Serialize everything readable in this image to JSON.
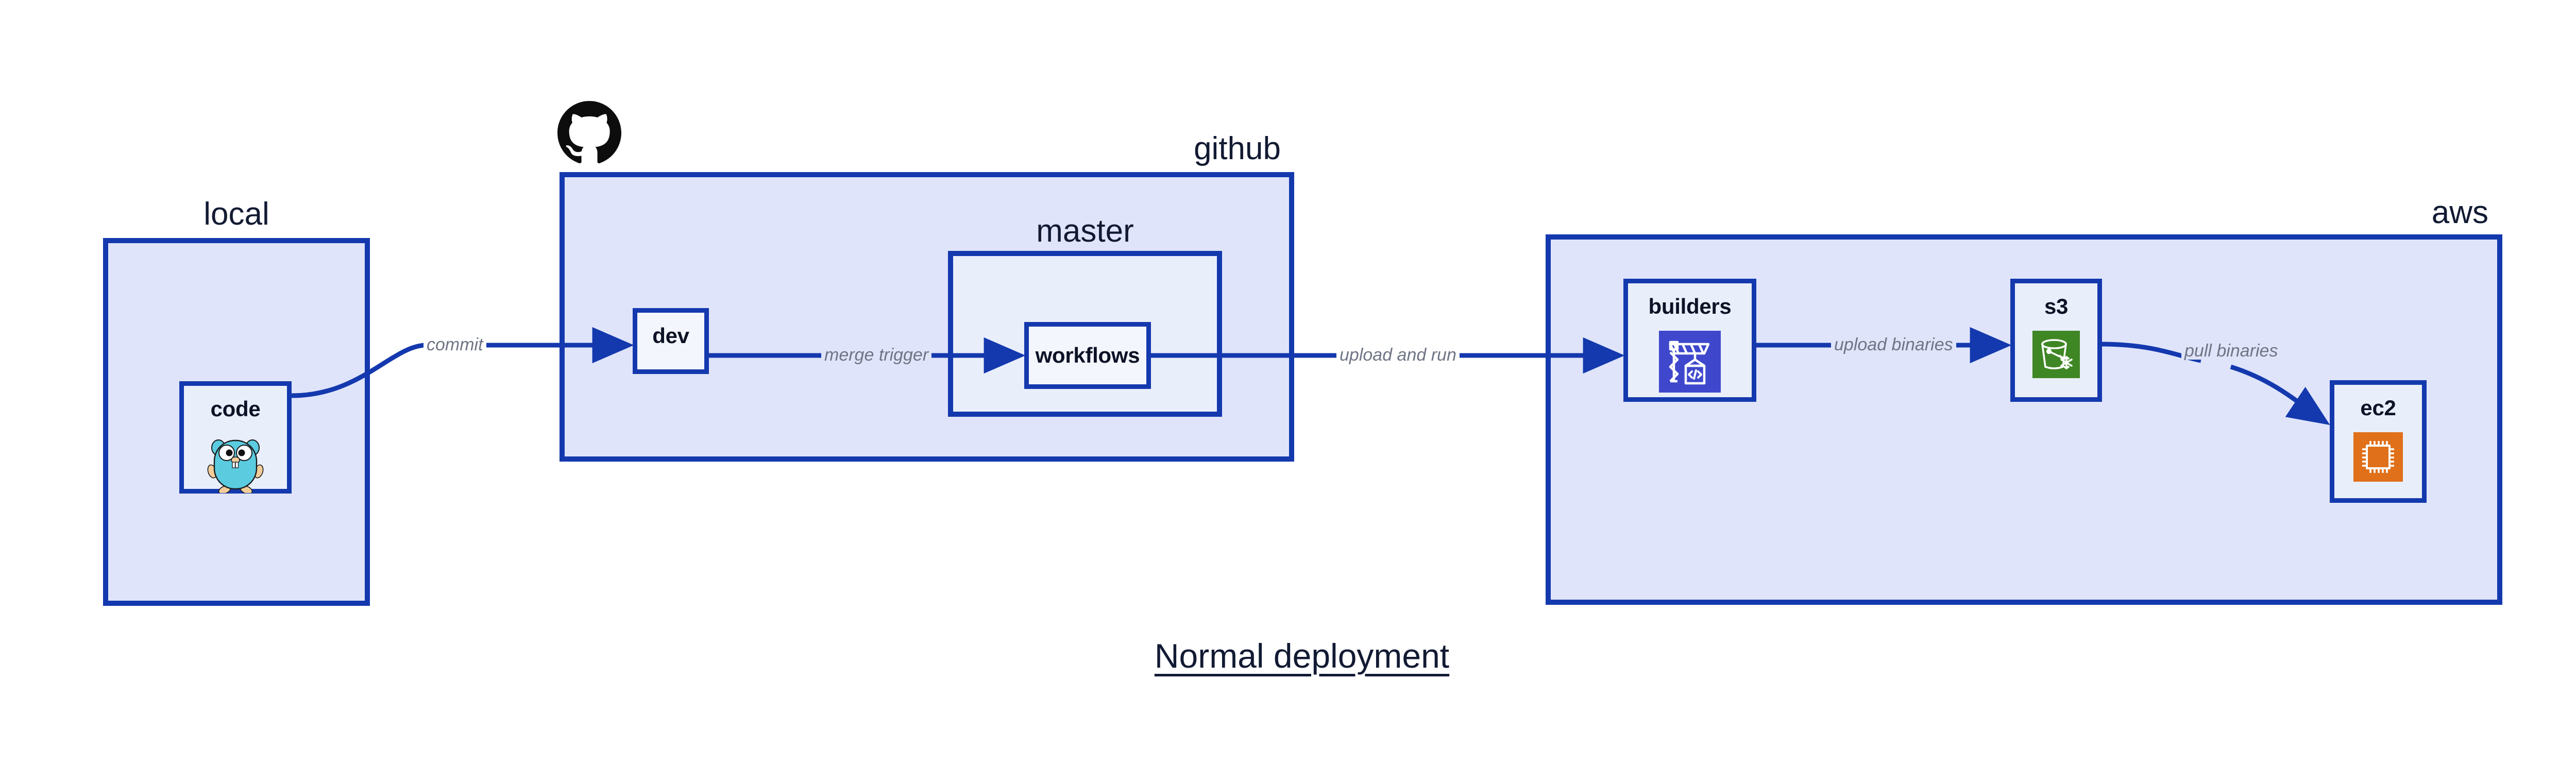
{
  "diagram": {
    "title": "Normal deployment",
    "accent_border": "#1439ae",
    "group_fill": "#dfe4fa",
    "node_fill": "#e9eefb",
    "label_color": "#6f7584",
    "text_color": "#121a33"
  },
  "groups": [
    {
      "id": "local",
      "label": "local",
      "label_align": "center"
    },
    {
      "id": "github",
      "label": "github",
      "label_align": "right"
    },
    {
      "id": "master",
      "label": "master",
      "label_align": "center"
    },
    {
      "id": "aws",
      "label": "aws",
      "label_align": "right"
    }
  ],
  "nodes": [
    {
      "id": "code",
      "label": "code",
      "icon": "go-gopher-icon",
      "icon_color": "#5bcbe0"
    },
    {
      "id": "dev",
      "label": "dev",
      "icon": null,
      "icon_color": null
    },
    {
      "id": "workflows",
      "label": "workflows",
      "icon": null,
      "icon_color": null
    },
    {
      "id": "builders",
      "label": "builders",
      "icon": "aws-codebuild-icon",
      "icon_color": "#3f48cc"
    },
    {
      "id": "s3",
      "label": "s3",
      "icon": "aws-s3-glacier-icon",
      "icon_color": "#3f8624"
    },
    {
      "id": "ec2",
      "label": "ec2",
      "icon": "aws-ec2-icon",
      "icon_color": "#e0701a"
    }
  ],
  "edges": [
    {
      "id": "commit",
      "label": "commit",
      "from": "code",
      "to": "dev"
    },
    {
      "id": "merge-trigger",
      "label": "merge trigger",
      "from": "dev",
      "to": "workflows"
    },
    {
      "id": "upload-and-run",
      "label": "upload and run",
      "from": "workflows",
      "to": "builders"
    },
    {
      "id": "upload-binaries",
      "label": "upload binaries",
      "from": "builders",
      "to": "s3"
    },
    {
      "id": "pull-binaries",
      "label": "pull binaries",
      "from": "s3",
      "to": "ec2"
    }
  ],
  "logos": [
    {
      "id": "github-logo",
      "name": "github-octocat-logo",
      "color": "#0d0d0d"
    }
  ]
}
